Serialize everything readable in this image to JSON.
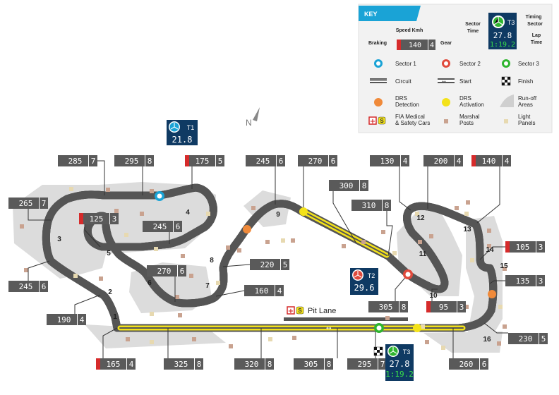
{
  "key": {
    "title": "KEY",
    "speed_label": "Speed Kmh",
    "braking_label": "Braking",
    "gear_label": "Gear",
    "sample_speed": "140",
    "sample_gear": "4",
    "sector_time_label_1": "Sector",
    "sector_time_label_2": "Time",
    "timing_sector_label_1": "Timing",
    "timing_sector_label_2": "Sector",
    "lap_time_label_1": "Lap",
    "lap_time_label_2": "Time",
    "sample_sector": "T3",
    "sample_sector_time": "27.8",
    "sample_lap_time": "1:19.2",
    "sector1": "Sector 1",
    "sector2": "Sector 2",
    "sector3": "Sector 3",
    "circuit": "Circuit",
    "start": "Start",
    "finish": "Finish",
    "drs_detection_1": "DRS",
    "drs_detection_2": "Detection",
    "drs_activation_1": "DRS",
    "drs_activation_2": "Activation",
    "runoff_1": "Run-off",
    "runoff_2": "Areas",
    "medical_1": "FIA Medical",
    "medical_2": "& Safety Cars",
    "marshal_1": "Marshal",
    "marshal_2": "Posts",
    "light_1": "Light",
    "light_2": "Panels"
  },
  "compass": "N",
  "pit_lane": "Pit Lane",
  "corners": [
    "1",
    "2",
    "3",
    "4",
    "5",
    "6",
    "7",
    "8",
    "9",
    "10",
    "11",
    "12",
    "13",
    "14",
    "15",
    "16"
  ],
  "speed_boxes": [
    {
      "speed": "285",
      "gear": "7",
      "braking": false
    },
    {
      "speed": "295",
      "gear": "8",
      "braking": false
    },
    {
      "speed": "175",
      "gear": "5",
      "braking": true
    },
    {
      "speed": "265",
      "gear": "7",
      "braking": false
    },
    {
      "speed": "125",
      "gear": "3",
      "braking": true
    },
    {
      "speed": "245",
      "gear": "6",
      "braking": false
    },
    {
      "speed": "245",
      "gear": "6",
      "braking": false
    },
    {
      "speed": "270",
      "gear": "6",
      "braking": false
    },
    {
      "speed": "220",
      "gear": "5",
      "braking": false
    },
    {
      "speed": "245",
      "gear": "6",
      "braking": false
    },
    {
      "speed": "270",
      "gear": "6",
      "braking": false
    },
    {
      "speed": "300",
      "gear": "8",
      "braking": false
    },
    {
      "speed": "310",
      "gear": "8",
      "braking": false
    },
    {
      "speed": "130",
      "gear": "4",
      "braking": false
    },
    {
      "speed": "200",
      "gear": "4",
      "braking": false
    },
    {
      "speed": "140",
      "gear": "4",
      "braking": true
    },
    {
      "speed": "105",
      "gear": "3",
      "braking": true
    },
    {
      "speed": "135",
      "gear": "3",
      "braking": false
    },
    {
      "speed": "160",
      "gear": "4",
      "braking": false
    },
    {
      "speed": "190",
      "gear": "4",
      "braking": false
    },
    {
      "speed": "305",
      "gear": "8",
      "braking": false
    },
    {
      "speed": "95",
      "gear": "3",
      "braking": true
    },
    {
      "speed": "230",
      "gear": "5",
      "braking": false
    },
    {
      "speed": "165",
      "gear": "4",
      "braking": true
    },
    {
      "speed": "325",
      "gear": "8",
      "braking": false
    },
    {
      "speed": "320",
      "gear": "8",
      "braking": false
    },
    {
      "speed": "305",
      "gear": "8",
      "braking": false
    },
    {
      "speed": "295",
      "gear": "7",
      "braking": false
    },
    {
      "speed": "260",
      "gear": "6",
      "braking": false
    }
  ],
  "sector_panels": [
    {
      "sector": "T1",
      "time": "21.8",
      "lap": ""
    },
    {
      "sector": "T2",
      "time": "29.6",
      "lap": ""
    },
    {
      "sector": "T3",
      "time": "27.8",
      "lap": "1:19.2"
    }
  ],
  "colors": {
    "sector1": "#1aa3d6",
    "sector2": "#e04a3c",
    "sector3": "#2fb52f",
    "drs_detect": "#f08a3a",
    "drs_active": "#f3e21a",
    "panel": "#0f3a63",
    "box": "#5a5a5a",
    "braking": "#d62b2b",
    "runoff": "#d9d9d9",
    "marshal": "#c9a28f",
    "light": "#e7d9b0",
    "key_header": "#1aa3d6"
  }
}
